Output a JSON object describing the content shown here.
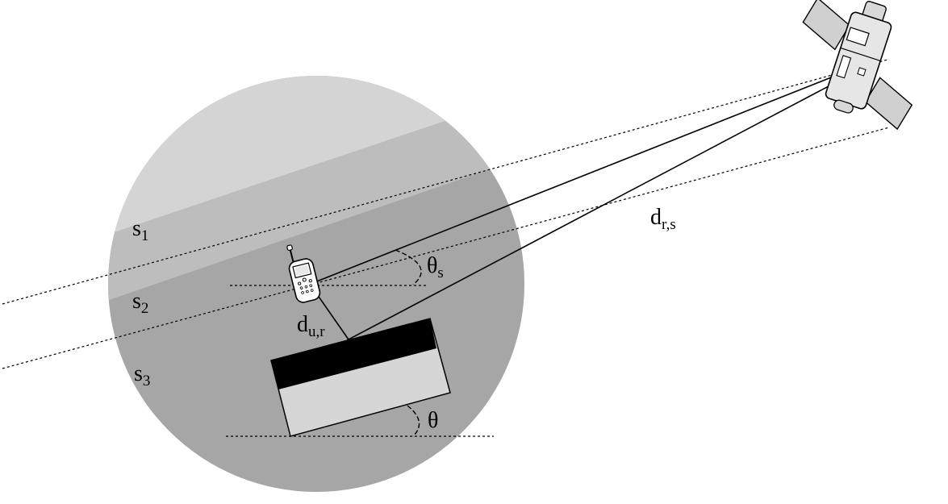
{
  "labels": {
    "s1": {
      "main": "s",
      "sub": "1"
    },
    "s2": {
      "main": "s",
      "sub": "2"
    },
    "s3": {
      "main": "s",
      "sub": "3"
    },
    "theta_s": {
      "main": "θ",
      "sub": "s"
    },
    "theta": {
      "main": "θ",
      "sub": ""
    },
    "d_ur": {
      "main": "d",
      "sub": "u,r"
    },
    "d_rs": {
      "main": "d",
      "sub": "r,s"
    }
  },
  "icons": {
    "user": "mobile-phone-icon",
    "satellite": "satellite-icon",
    "surface": "reflecting-surface"
  },
  "colors": {
    "region_s1": "#d4d4d4",
    "region_s2": "#bdbdbd",
    "region_s3": "#a6a6a6",
    "panel_top": "#000000",
    "panel_body": "#d6d6d6"
  }
}
